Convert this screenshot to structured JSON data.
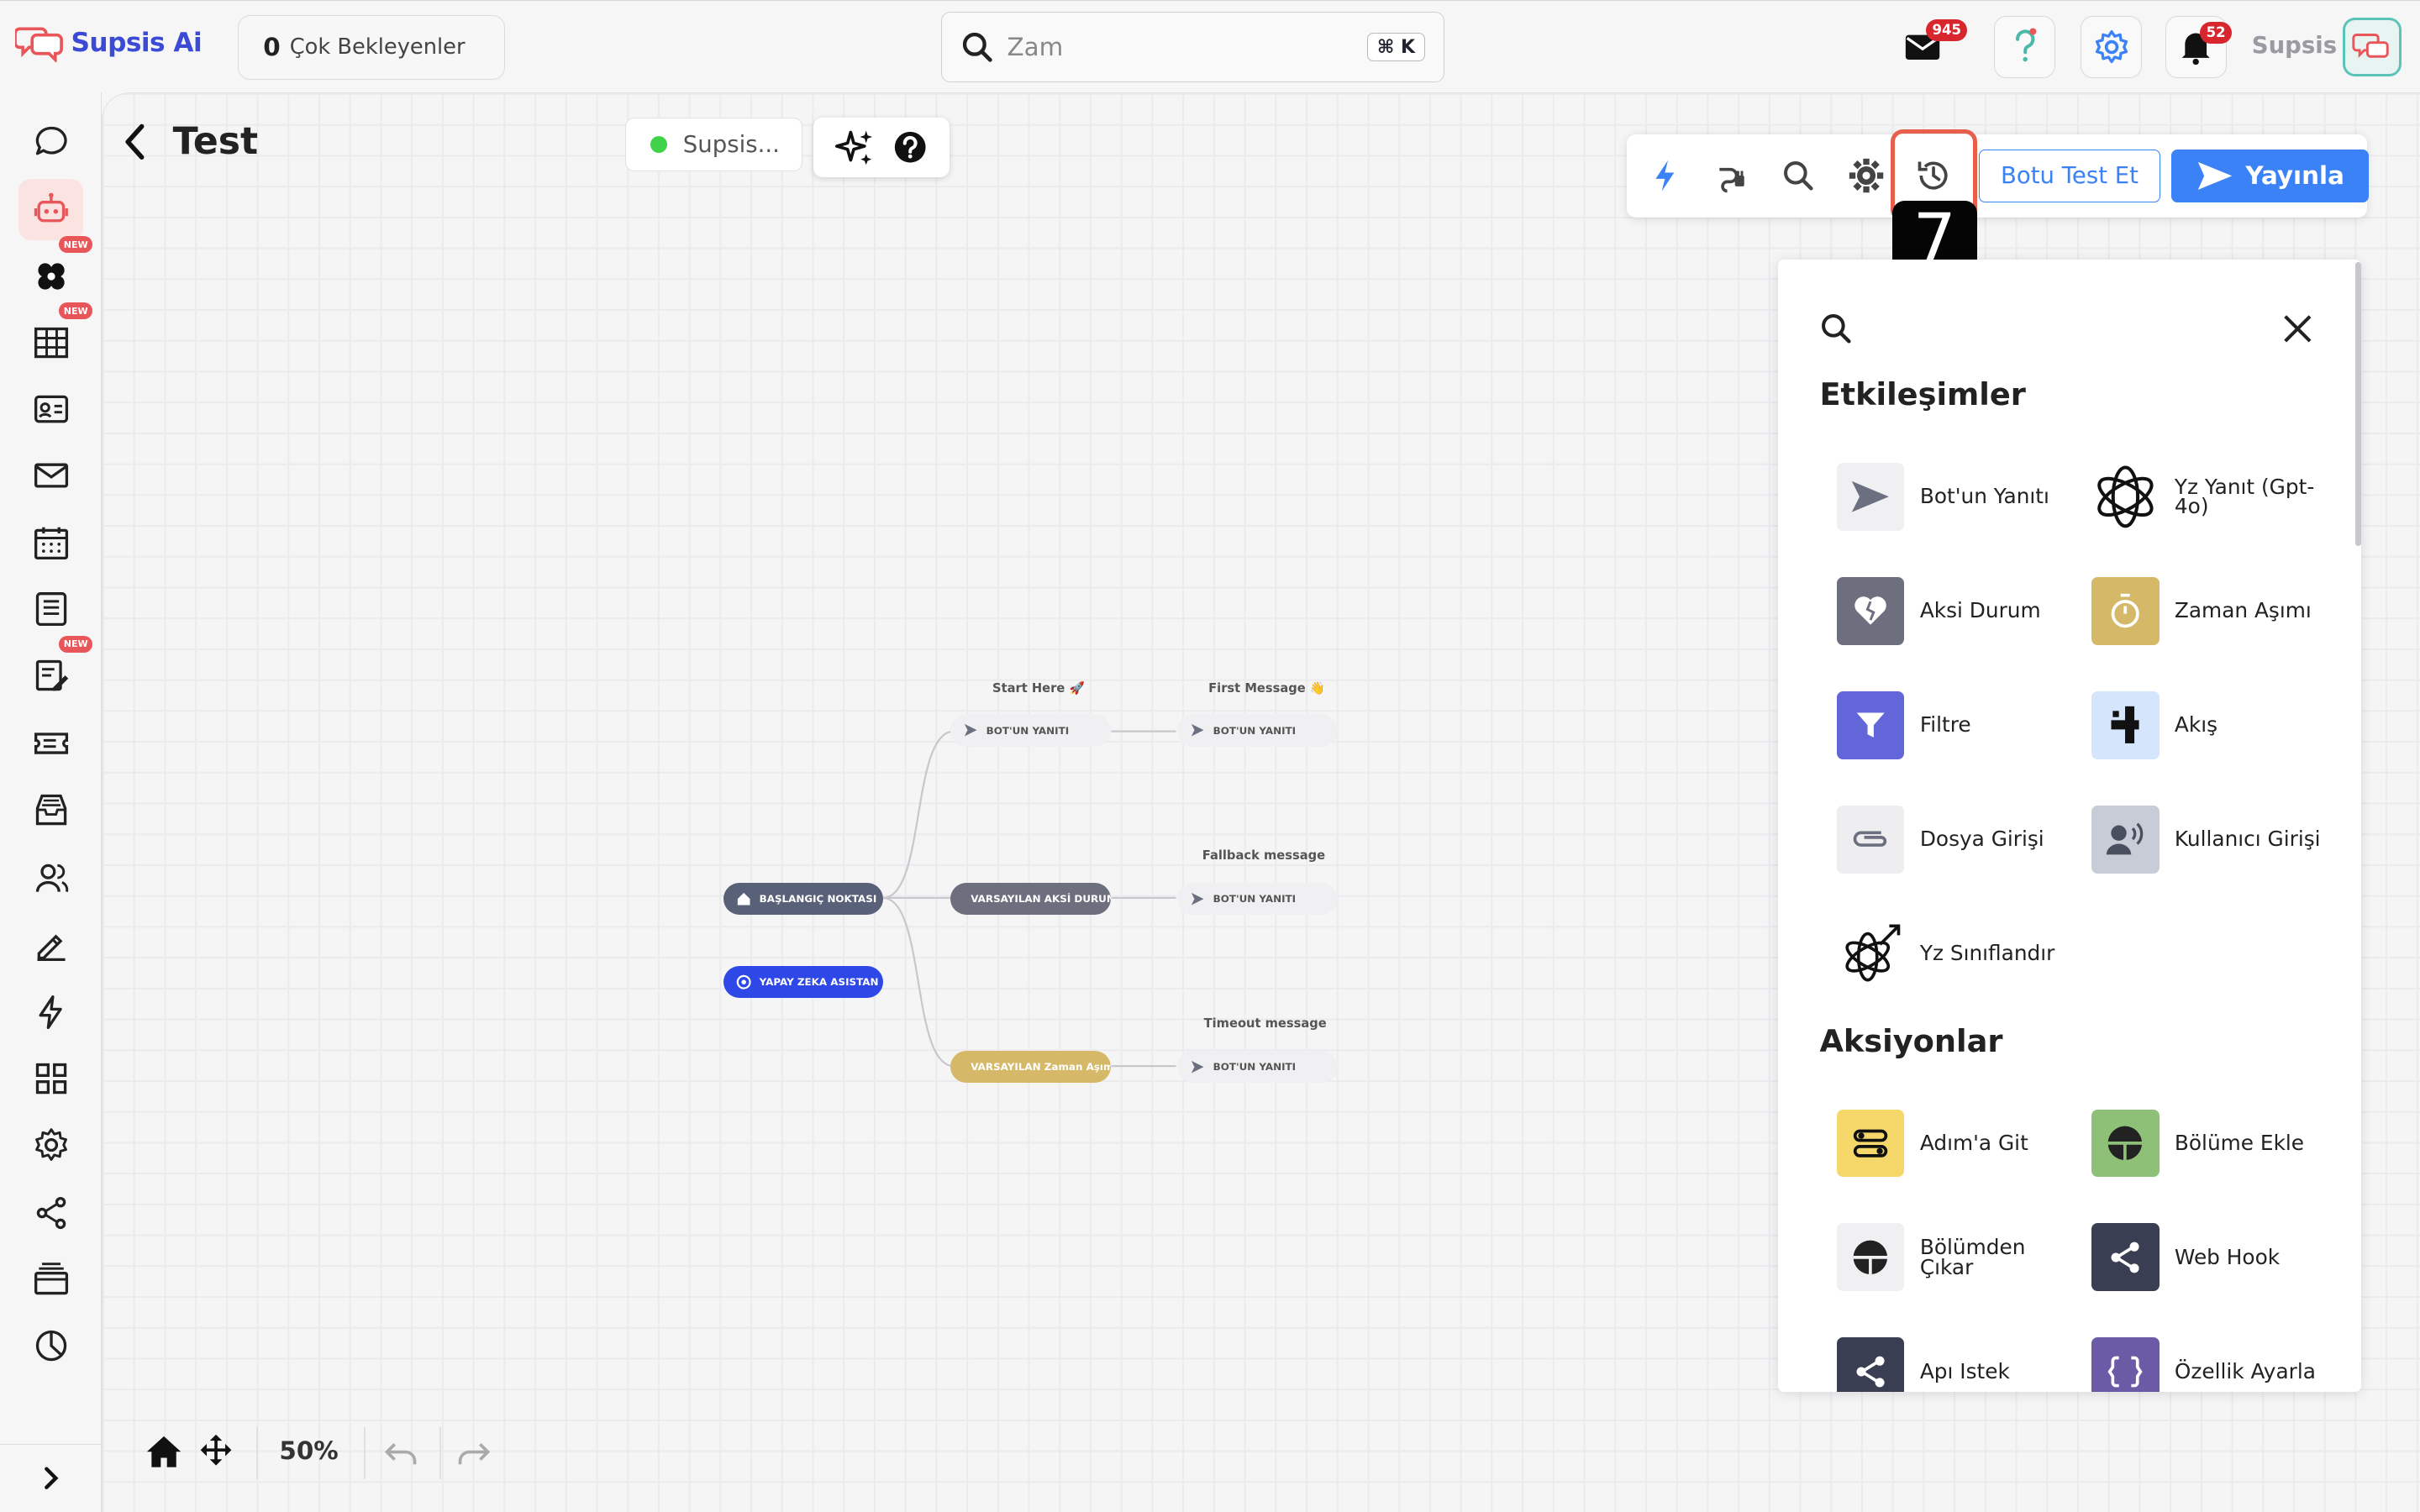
{
  "app": {
    "name": "Supsis Ai"
  },
  "topbar": {
    "pending_count": "0",
    "pending_label": "Çok Bekleyenler",
    "search_placeholder": "Zam",
    "search_shortcut": "⌘ K",
    "mail_badge": "945",
    "notification_badge": "52",
    "user_name": "Supsis"
  },
  "sidebar": {
    "items": [
      {
        "icon": "chat-bubble-icon"
      },
      {
        "icon": "bot-icon",
        "active": true
      },
      {
        "icon": "flower-icon",
        "new": "NEW"
      },
      {
        "icon": "table-icon",
        "new": "NEW"
      },
      {
        "icon": "contact-card-icon"
      },
      {
        "icon": "mail-icon"
      },
      {
        "icon": "calendar-icon"
      },
      {
        "icon": "list-icon"
      },
      {
        "icon": "form-edit-icon",
        "new": "NEW"
      },
      {
        "icon": "ticket-icon"
      },
      {
        "icon": "inbox-icon"
      },
      {
        "icon": "users-icon"
      },
      {
        "icon": "pencil-icon"
      },
      {
        "icon": "lightning-icon"
      },
      {
        "icon": "grid-icon"
      },
      {
        "icon": "settings-icon"
      },
      {
        "icon": "share-icon"
      },
      {
        "icon": "cards-icon"
      },
      {
        "icon": "pie-chart-icon"
      }
    ]
  },
  "header": {
    "title": "Test",
    "status": "Supsis..."
  },
  "toolbar": {
    "test_label": "Botu Test Et",
    "publish_label": "Yayınla",
    "highlight_number": "7"
  },
  "flow": {
    "nodes": {
      "start": "BAŞLANGIÇ NOKTASI",
      "ai": "YAPAY ZEKA ASISTAN",
      "bot1": "BOT'UN YANITI",
      "bot2": "BOT'UN YANITI",
      "fallback": "VARSAYILAN AKSİ DURUM",
      "bot3": "BOT'UN YANITI",
      "timeout": "VARSAYILAN Zaman Aşımı",
      "bot4": "BOT'UN YANITI"
    },
    "labels": {
      "start_here": "Start Here 🚀",
      "first_message": "First Message 👋",
      "fallback_message": "Fallback message",
      "timeout_message": "Timeout message"
    }
  },
  "panel": {
    "interactions_title": "Etkileşimler",
    "interactions": [
      {
        "label": "Bot'un Yanıtı",
        "icon": "send-icon",
        "color": "#f0f0f2"
      },
      {
        "label": "Yz Yanıt (Gpt-4o)",
        "icon": "openai-icon",
        "color": "#ffffff"
      },
      {
        "label": "Aksi Durum",
        "icon": "broken-heart-icon",
        "color": "#6e6f7e"
      },
      {
        "label": "Zaman Aşımı",
        "icon": "timer-icon",
        "color": "#d5b968"
      },
      {
        "label": "Filtre",
        "icon": "filter-icon",
        "color": "#6366d9"
      },
      {
        "label": "Akış",
        "icon": "flow-icon",
        "color": "#d5e5fb"
      },
      {
        "label": "Dosya Girişi",
        "icon": "paperclip-icon",
        "color": "#eeeef0"
      },
      {
        "label": "Kullanıcı Girişi",
        "icon": "voice-user-icon",
        "color": "#c8ccd6"
      },
      {
        "label": "Yz Sınıflandır",
        "icon": "ai-classify-icon",
        "color": "#ffffff"
      }
    ],
    "actions_title": "Aksiyonlar",
    "actions": [
      {
        "label": "Adım'a Git",
        "icon": "goto-step-icon",
        "color": "#f6d86a"
      },
      {
        "label": "Bölüme Ekle",
        "icon": "segment-add-icon",
        "color": "#8ec177"
      },
      {
        "label": "Bölümden Çıkar",
        "icon": "segment-remove-icon",
        "color": "#f0f0f2"
      },
      {
        "label": "Web Hook",
        "icon": "webhook-icon",
        "color": "#3a3e52"
      },
      {
        "label": "Apı Istek",
        "icon": "api-share-icon",
        "color": "#3a3e52"
      },
      {
        "label": "Özellik Ayarla",
        "icon": "braces-icon",
        "color": "#6b5aa6"
      }
    ]
  },
  "zoom": {
    "value": "50%"
  }
}
